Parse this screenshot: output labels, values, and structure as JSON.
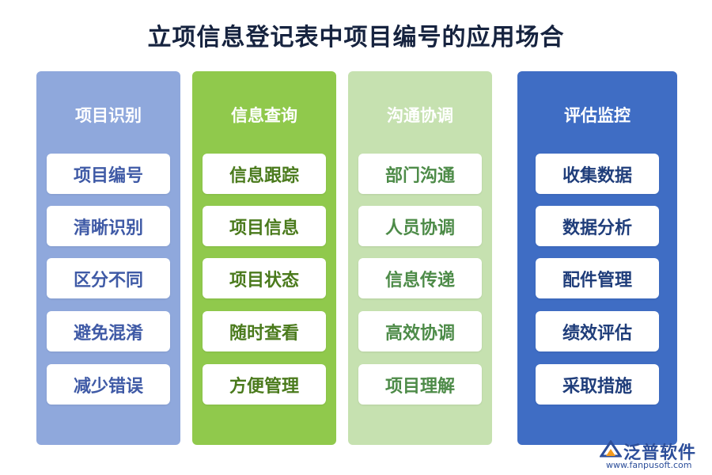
{
  "title": "立项信息登记表中项目编号的应用场合",
  "columns": [
    {
      "heading": "项目识别",
      "items": [
        "项目编号",
        "清晰识别",
        "区分不同",
        "避免混淆",
        "减少错误"
      ]
    },
    {
      "heading": "信息查询",
      "items": [
        "信息跟踪",
        "项目信息",
        "项目状态",
        "随时查看",
        "方便管理"
      ]
    },
    {
      "heading": "沟通协调",
      "items": [
        "部门沟通",
        "人员协调",
        "信息传递",
        "高效协调",
        "项目理解"
      ]
    },
    {
      "heading": "评估监控",
      "items": [
        "收集数据",
        "数据分析",
        "配件管理",
        "绩效评估",
        "采取措施"
      ]
    }
  ],
  "logo": {
    "name": "泛普软件",
    "url": "www.fanpusoft.com"
  },
  "colors": {
    "col1": "#8fa8dc",
    "col2": "#90c94c",
    "col3": "#c6e1b0",
    "col4": "#3f6dc4"
  }
}
